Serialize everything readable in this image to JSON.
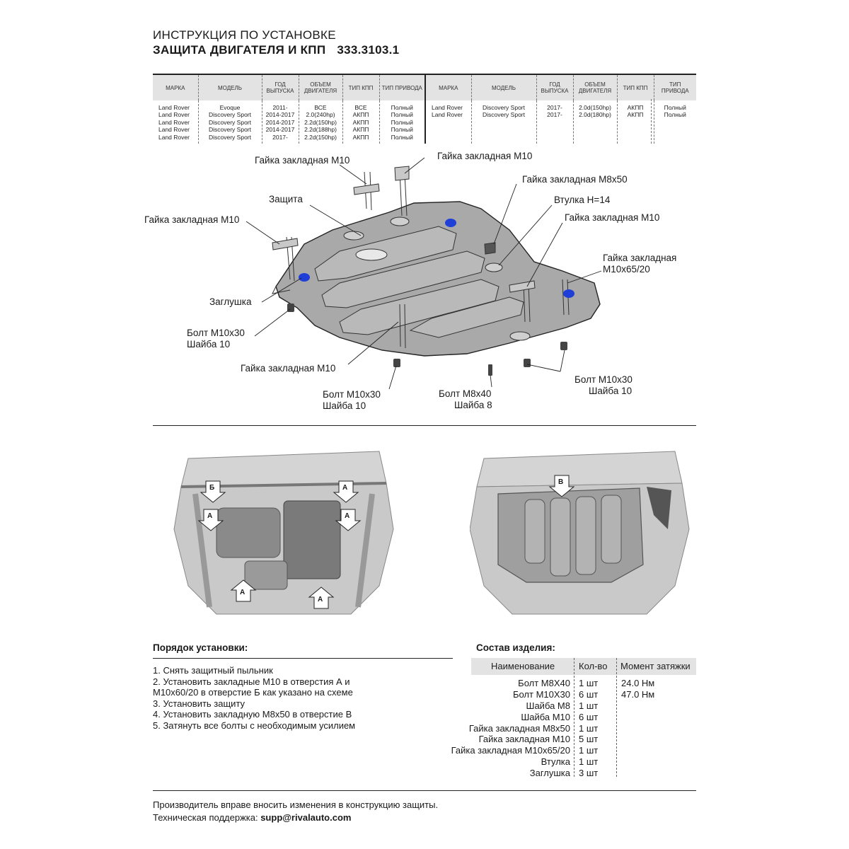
{
  "header": {
    "line1": "ИНСТРУКЦИЯ ПО УСТАНОВКЕ",
    "line2": "ЗАЩИТА ДВИГАТЕЛЯ И КПП",
    "part_number": "333.3103.1"
  },
  "compat_table": {
    "left": {
      "headers": [
        "МАРКА",
        "МОДЕЛЬ",
        "ГОД ВЫПУСКА",
        "ОБЪЕМ ДВИГАТЕЛЯ",
        "ТИП КПП",
        "ТИП ПРИВОДА"
      ],
      "rows": [
        [
          "Land Rover",
          "Evoque",
          "2011-",
          "ВСЕ",
          "ВСЕ",
          "Полный"
        ],
        [
          "Land Rover",
          "Discovery Sport",
          "2014-2017",
          "2.0(240hp)",
          "АКПП",
          "Полный"
        ],
        [
          "Land Rover",
          "Discovery Sport",
          "2014-2017",
          "2.2d(150hp)",
          "АКПП",
          "Полный"
        ],
        [
          "Land Rover",
          "Discovery Sport",
          "2014-2017",
          "2.2d(188hp)",
          "АКПП",
          "Полный"
        ],
        [
          "Land Rover",
          "Discovery Sport",
          "2017-",
          "2.2d(150hp)",
          "АКПП",
          "Полный"
        ]
      ]
    },
    "right": {
      "headers": [
        "МАРКА",
        "МОДЕЛЬ",
        "ГОД ВЫПУСКА",
        "ОБЪЕМ ДВИГАТЕЛЯ",
        "ТИП КПП",
        "ТИП ПРИВОДА"
      ],
      "rows": [
        [
          "Land Rover",
          "Discovery Sport",
          "2017-",
          "2.0d(150hp)",
          "АКПП",
          "Полный"
        ],
        [
          "Land Rover",
          "Discovery Sport",
          "2017-",
          "2.0d(180hp)",
          "АКПП",
          "Полный"
        ]
      ]
    }
  },
  "diagram_labels": {
    "nut_m10_top_left": "Гайка закладная М10",
    "nut_m10_top_right": "Гайка закладная М10",
    "nut_m8x50": "Гайка закладная М8х50",
    "guard": "Защита",
    "bushing": "Втулка Н=14",
    "nut_m10_right": "Гайка закладная М10",
    "nut_m10_left": "Гайка закладная М10",
    "nut_m10x65_line1": "Гайка закладная",
    "nut_m10x65_line2": "М10х65/20",
    "plug": "Заглушка",
    "bolt_left_line1": "Болт М10х30",
    "bolt_left_line2": "Шайба 10",
    "nut_m10_bottom": "Гайка закладная М10",
    "bolt_mid_line1": "Болт М10х30",
    "bolt_mid_line2": "Шайба 10",
    "bolt_m8_line1": "Болт М8х40",
    "bolt_m8_line2": "Шайба 8",
    "bolt_right_line1": "Болт М10х30",
    "bolt_right_line2": "Шайба 10"
  },
  "photo_markers": {
    "a": "А",
    "b": "Б",
    "v": "В"
  },
  "install": {
    "title": "Порядок установки:",
    "steps": [
      "1. Снять защитный пыльник",
      "2. Установить закладные М10 в отверстия А и",
      "М10х60/20 в отверстие Б как указано на схеме",
      "3. Установить защиту",
      "4. Установить закладную М8х50 в отверстие В",
      "5. Затянуть все болты с необходимым усилием"
    ]
  },
  "composition": {
    "title": "Состав изделия:",
    "headers": {
      "name": "Наименование",
      "qty": "Кол-во",
      "torque": "Момент затяжки"
    },
    "rows": [
      {
        "name": "Болт М8Х40",
        "qty": "1 шт",
        "torque": "24.0 Нм"
      },
      {
        "name": "Болт М10Х30",
        "qty": "6 шт",
        "torque": "47.0 Нм"
      },
      {
        "name": "Шайба М8",
        "qty": "1 шт",
        "torque": ""
      },
      {
        "name": "Шайба М10",
        "qty": "6 шт",
        "torque": ""
      },
      {
        "name": "Гайка закладная М8х50",
        "qty": "1 шт",
        "torque": ""
      },
      {
        "name": "Гайка закладная М10",
        "qty": "5 шт",
        "torque": ""
      },
      {
        "name": "Гайка закладная М10х65/20",
        "qty": "1 шт",
        "torque": ""
      },
      {
        "name": "Втулка",
        "qty": "1 шт",
        "torque": ""
      },
      {
        "name": "Заглушка",
        "qty": "3 шт",
        "torque": ""
      }
    ]
  },
  "footer": {
    "line1": "Производитель вправе вносить изменения в конструкцию защиты.",
    "support_label": "Техническая поддержка: ",
    "support_email": "supp@rivalauto.com"
  },
  "colors": {
    "plate": "#a9a9a9",
    "plug_blue": "#1f3fd6",
    "table_header_bg": "#e3e3e3"
  }
}
